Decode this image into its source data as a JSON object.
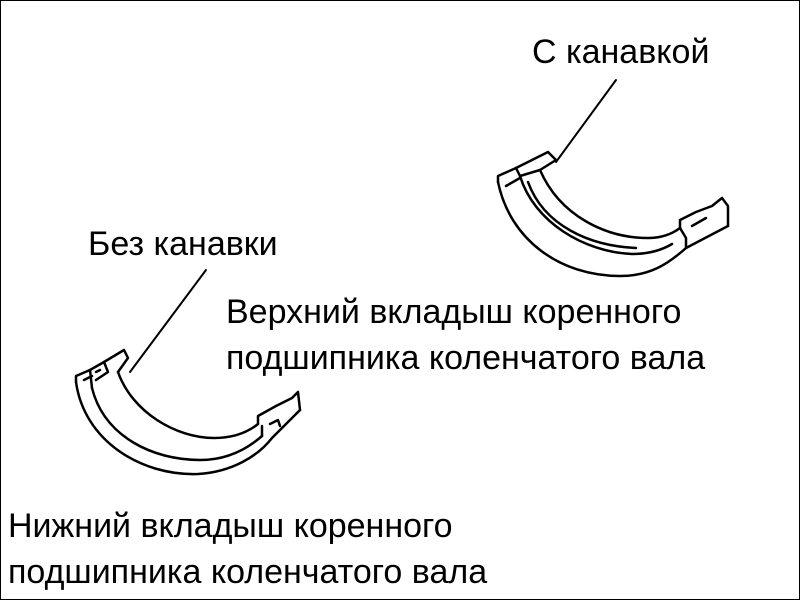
{
  "labels": {
    "with_groove": "С канавкой",
    "without_groove": "Без канавки",
    "upper_line1": "Верхний вкладыш коренного",
    "upper_line2": "подшипника коленчатого вала",
    "lower_line1": "Нижний вкладыш коренного",
    "lower_line2": "подшипника коленчатого вала"
  },
  "colors": {
    "ink": "#000000",
    "paper": "#ffffff"
  }
}
